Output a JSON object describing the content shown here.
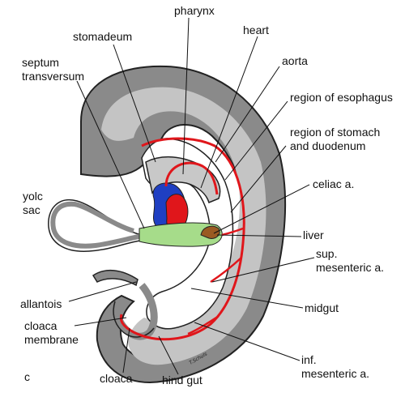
{
  "labels": {
    "pharynx": "pharynx",
    "heart": "heart",
    "stomadeum": "stomadeum",
    "aorta": "aorta",
    "septum_1": "septum",
    "septum_2": "transversum",
    "esophagus": "region of esophagus",
    "stomach_1": "region of stomach",
    "stomach_2": "and duodenum",
    "celiac": "celiac a.",
    "yolk_1": "yolc",
    "yolk_2": "sac",
    "liver": "liver",
    "sup_1": "sup.",
    "sup_2": "mesenteric a.",
    "allantois": "allantois",
    "midgut": "midgut",
    "cloaca_membrane_1": "cloaca",
    "cloaca_membrane_2": "membrane",
    "inf_1": "inf.",
    "inf_2": "mesenteric a.",
    "panel": "c",
    "cloaca": "cloaca",
    "hindgut": "hind gut"
  },
  "signature": "T.Schuls",
  "colors": {
    "body_wall_dark": "#8a8a8a",
    "body_wall_light": "#c4c4c4",
    "gut_tube": "#c8c8c8",
    "outline": "#222222",
    "artery": "#e0161b",
    "vein": "#1f3fc2",
    "liver": "#a6dc8a",
    "liver_bud": "#9a5a22"
  }
}
